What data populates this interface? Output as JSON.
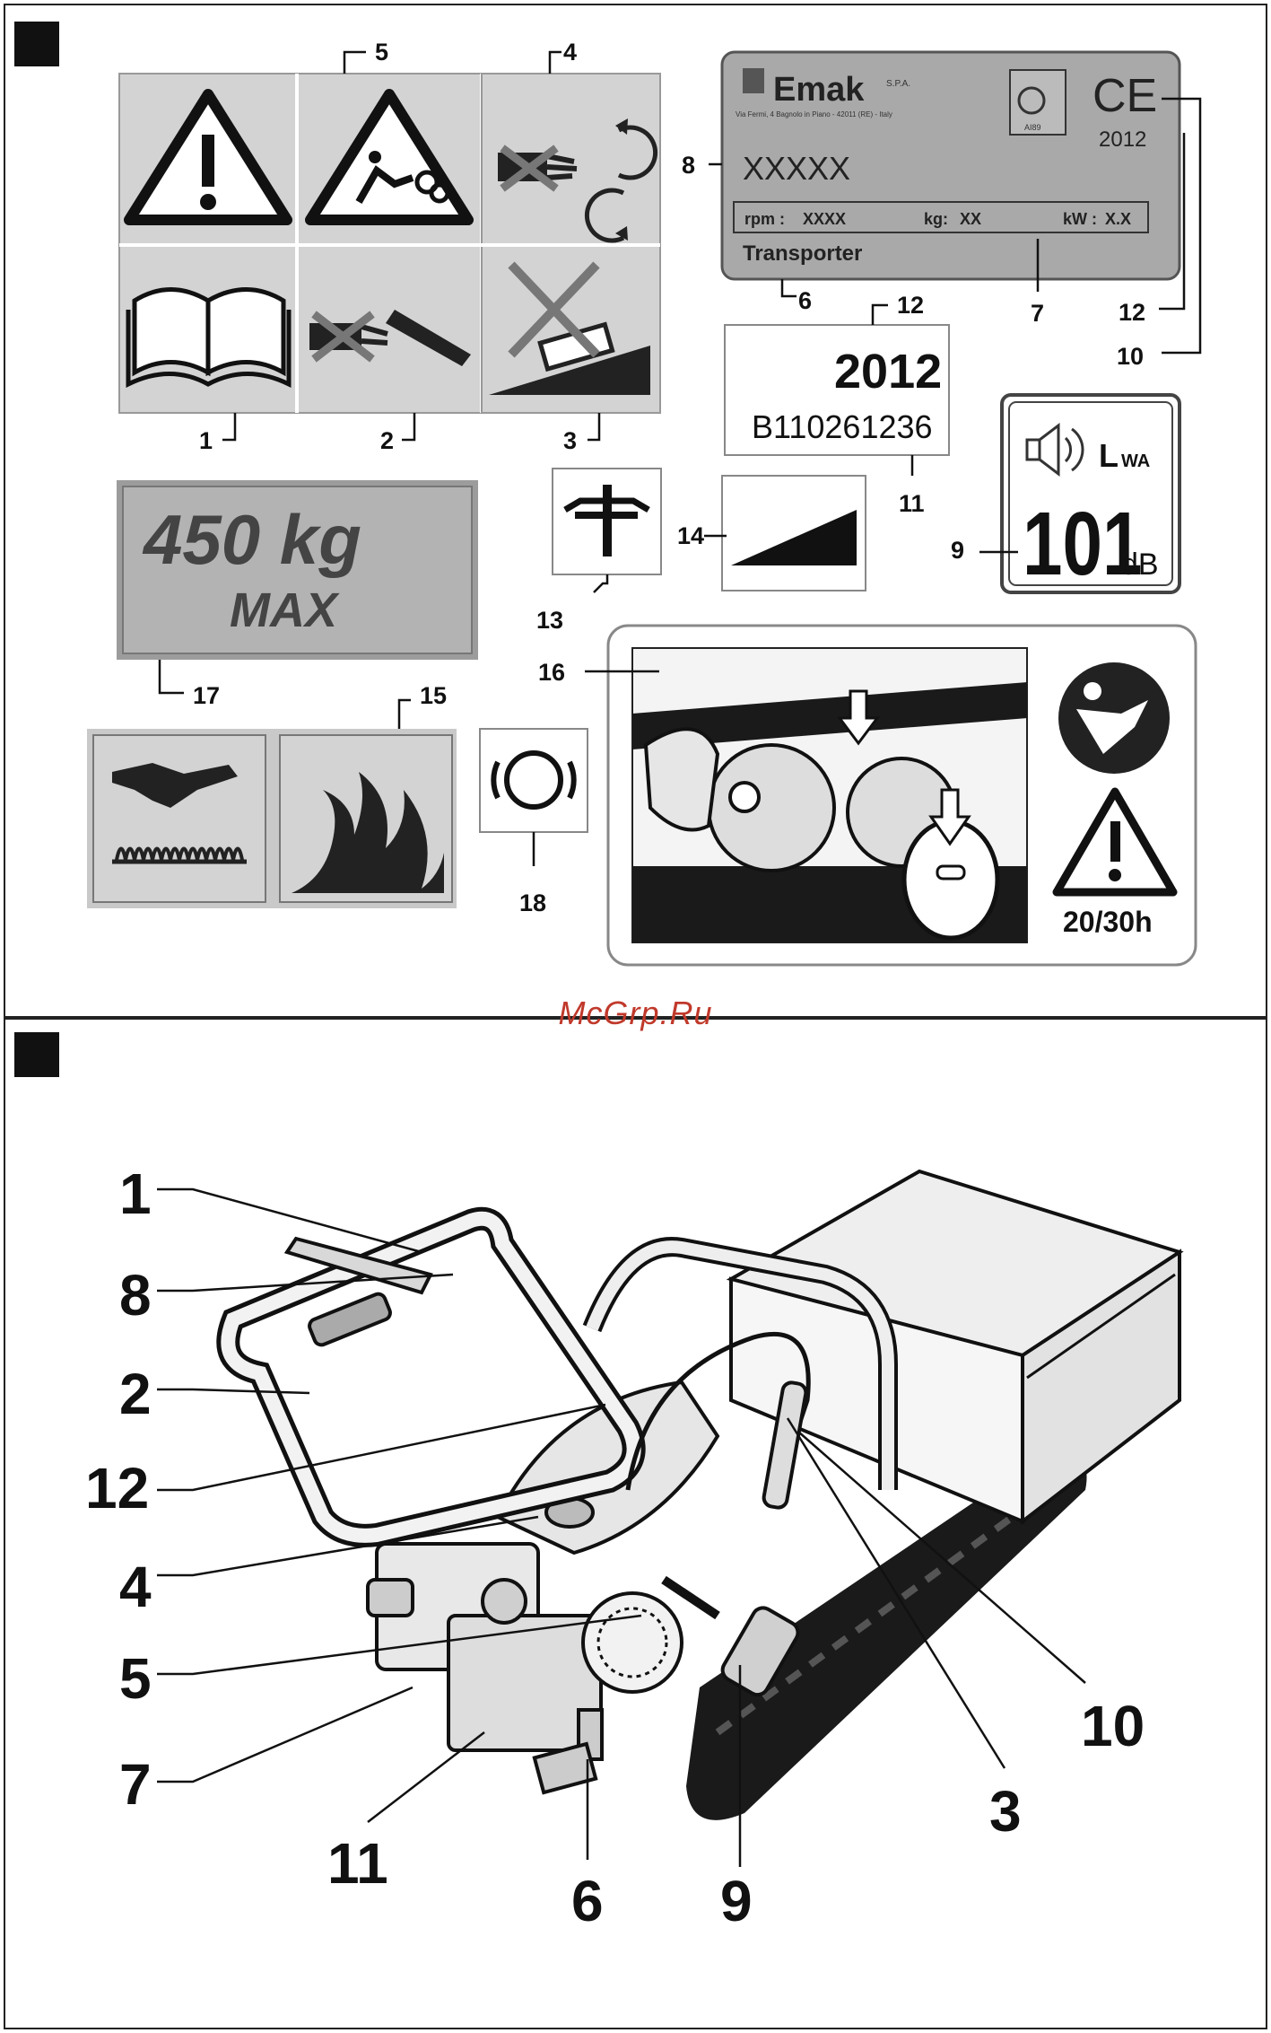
{
  "watermark": "McGrp.Ru",
  "plate": {
    "brand": "Emak",
    "brand_suffix": "S.P.A.",
    "address": "Via Fermi, 4 Bagnolo in Piano - 42011 (RE) - Italy",
    "ce_mark": "CE",
    "year": "2012",
    "model": "XXXXX",
    "rpm_label": "rpm :",
    "rpm_value": "XXXX",
    "kg_label": "kg:",
    "kg_value": "XX",
    "kw_label": "kW :",
    "kw_value": "X.X",
    "product": "Transporter",
    "cert_text": "AI89"
  },
  "serial_label": {
    "year": "2012",
    "serial": "B110261236"
  },
  "noise_label": {
    "lwa": "L",
    "lwa_sub": "WA",
    "value": "101",
    "unit": "dB"
  },
  "load_plate": {
    "weight": "450 kg",
    "max": "MAX"
  },
  "maintenance_label": {
    "interval": "20/30h"
  },
  "top_callouts": [
    "1",
    "2",
    "3",
    "4",
    "5",
    "6",
    "7",
    "8",
    "9",
    "10",
    "11",
    "12",
    "12",
    "13",
    "14",
    "15",
    "16",
    "17",
    "18"
  ],
  "bottom_callouts": [
    "1",
    "8",
    "2",
    "12",
    "4",
    "5",
    "7",
    "11",
    "6",
    "9",
    "3",
    "10"
  ],
  "colors": {
    "label_gray": "#d3d3d3",
    "plate_gray": "#a9a9a9",
    "ink": "#1a1a1a",
    "watermark": "#c0392b"
  }
}
